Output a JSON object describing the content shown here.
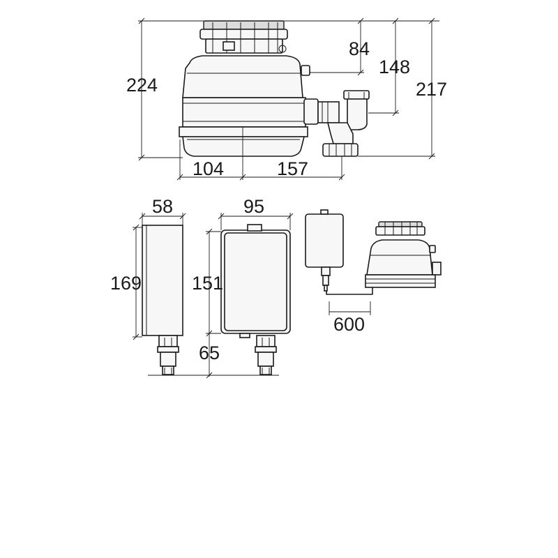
{
  "dimensions": {
    "top_view": {
      "height_total": "224",
      "height_upper": "84",
      "height_outlet": "148",
      "height_inlet": "217",
      "width_left": "104",
      "width_right": "157"
    },
    "switch_box": {
      "depth": "58",
      "width": "95",
      "height_side": "169",
      "height_front": "151",
      "height_connector": "65"
    },
    "cable": {
      "length": "600"
    }
  },
  "colors": {
    "line": "#1a1a1a",
    "background": "#ffffff"
  }
}
